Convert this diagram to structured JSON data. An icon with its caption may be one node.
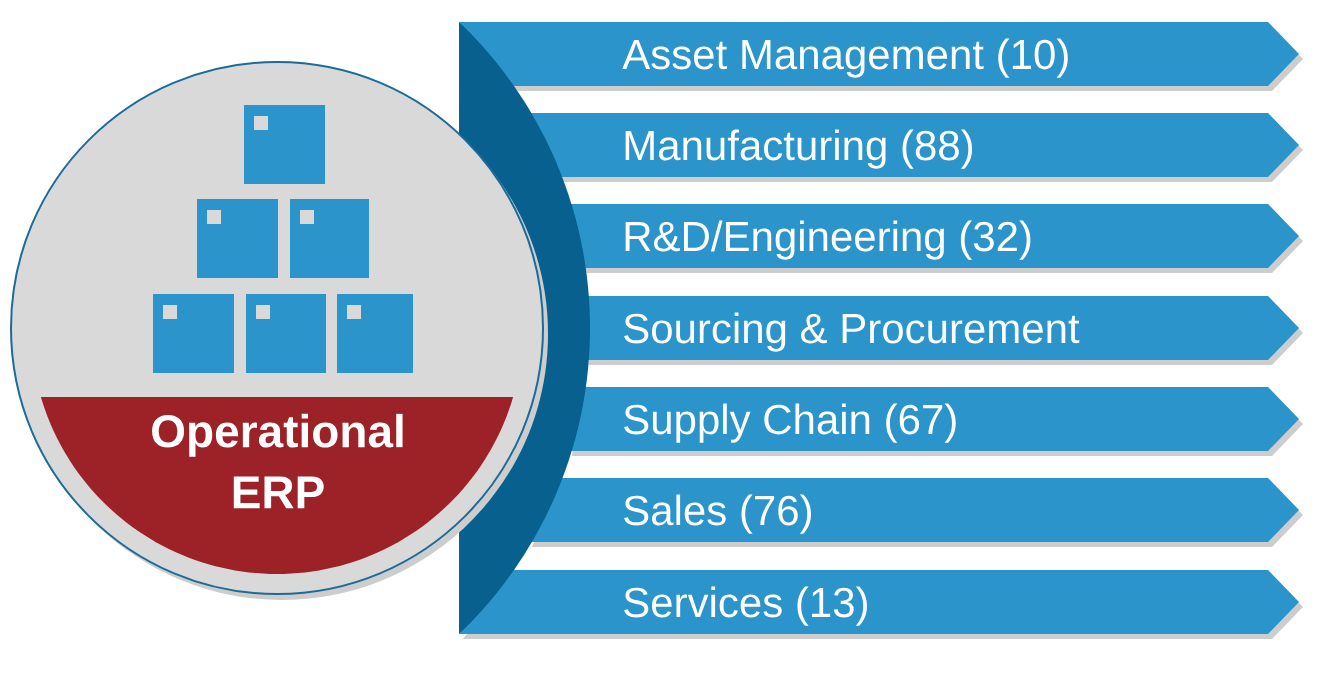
{
  "diagram": {
    "nodes": [
      {
        "text": [
          "Operational ERP"
        ]
      },
      {
        "text": [],
        "shape": "crescent"
      },
      {
        "text": [
          "Asset Management (10)"
        ]
      },
      {
        "text": [
          "Manufacturing (88)"
        ]
      },
      {
        "text": [
          "R&D/Engineering (32)"
        ]
      },
      {
        "text": [
          "Sourcing & Procurement"
        ]
      },
      {
        "text": [
          "Supply Chain (67)"
        ]
      },
      {
        "text": [
          "Sales (76)"
        ]
      },
      {
        "text": [
          "Services (13)"
        ]
      }
    ]
  }
}
